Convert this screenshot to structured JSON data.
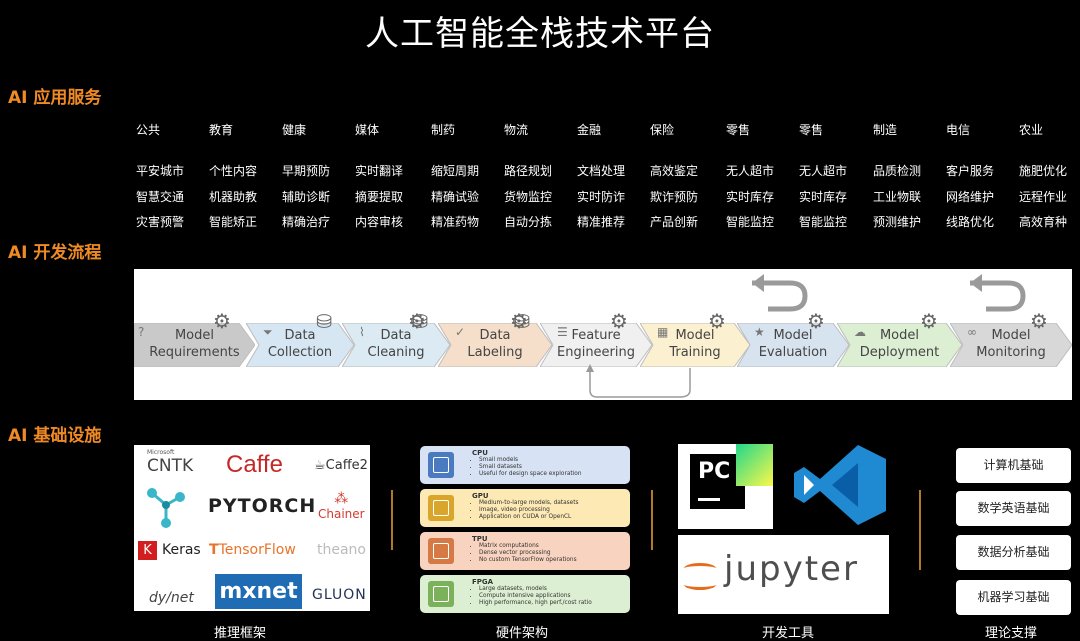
{
  "title": "人工智能全栈技术平台",
  "sections": {
    "app": "AI 应用服务",
    "dev": "AI 开发流程",
    "infra": "AI 基础设施"
  },
  "app_columns": [
    {
      "category": "公共",
      "items": [
        "平安城市",
        "智慧交通",
        "灾害预警"
      ]
    },
    {
      "category": "教育",
      "items": [
        "个性内容",
        "机器助教",
        "智能矫正"
      ]
    },
    {
      "category": "健康",
      "items": [
        "早期预防",
        "辅助诊断",
        "精确治疗"
      ]
    },
    {
      "category": "媒体",
      "items": [
        "实时翻译",
        "摘要提取",
        "内容审核"
      ]
    },
    {
      "category": "制药",
      "items": [
        "缩短周期",
        "精确试验",
        "精准药物"
      ]
    },
    {
      "category": "物流",
      "items": [
        "路径规划",
        "货物监控",
        "自动分拣"
      ]
    },
    {
      "category": "金融",
      "items": [
        "文档处理",
        "实时防诈",
        "精准推荐"
      ]
    },
    {
      "category": "保险",
      "items": [
        "高效鉴定",
        "欺诈预防",
        "产品创新"
      ]
    },
    {
      "category": "零售",
      "items": [
        "无人超市",
        "实时库存",
        "智能监控"
      ]
    },
    {
      "category": "零售",
      "items": [
        "无人超市",
        "实时库存",
        "智能监控"
      ]
    },
    {
      "category": "制造",
      "items": [
        "品质检测",
        "工业物联",
        "预测维护"
      ]
    },
    {
      "category": "电信",
      "items": [
        "客户服务",
        "网络维护",
        "线路优化"
      ]
    },
    {
      "category": "农业",
      "items": [
        "施肥优化",
        "远程作业",
        "高效育种"
      ]
    }
  ],
  "flow_steps": [
    {
      "line1": "Model",
      "line2": "Requirements",
      "icon": "question-icon",
      "glyph": "?",
      "fill": "#c9c9c9"
    },
    {
      "line1": "Data",
      "line2": "Collection",
      "icon": "funnel-icon",
      "glyph": "⏷",
      "fill": "#d6e6f2"
    },
    {
      "line1": "Data",
      "line2": "Cleaning",
      "icon": "broom-icon",
      "glyph": "⌇",
      "fill": "#dceaf3"
    },
    {
      "line1": "Data",
      "line2": "Labeling",
      "icon": "check-icon",
      "glyph": "✓",
      "fill": "#f5dfca"
    },
    {
      "line1": "Feature",
      "line2": "Engineering",
      "icon": "list-icon",
      "glyph": "☰",
      "fill": "#f0f0f0"
    },
    {
      "line1": "Model",
      "line2": "Training",
      "icon": "grid-icon",
      "glyph": "▦",
      "fill": "#fbf0cf"
    },
    {
      "line1": "Model",
      "line2": "Evaluation",
      "icon": "star-icon",
      "glyph": "★",
      "fill": "#d7e4f0"
    },
    {
      "line1": "Model",
      "line2": "Deployment",
      "icon": "cloud-icon",
      "glyph": "☁",
      "fill": "#dcefd2"
    },
    {
      "line1": "Model",
      "line2": "Monitoring",
      "icon": "binoculars-icon",
      "glyph": "∞",
      "fill": "#d8d8d8"
    }
  ],
  "frameworks": {
    "cntk_maker": "Microsoft",
    "cntk": "CNTK",
    "caffe": "Caffe",
    "caffe2": "Caffe2",
    "pytorch": "PYTORCH",
    "chainer": "Chainer",
    "keras": "Keras",
    "keras_k": "K",
    "tensorflow": "TensorFlow",
    "theano": "theano",
    "dynet": "dy/net",
    "mxnet": "mxnet",
    "gluon": "GLUON"
  },
  "hardware": [
    {
      "name": "CPU",
      "points": [
        "Small models",
        "Small datasets",
        "Useful for design space exploration"
      ],
      "bg": "#d7e3f4",
      "chip": "#4a7bc0"
    },
    {
      "name": "GPU",
      "points": [
        "Medium-to-large models, datasets",
        "Image, video processing",
        "Application on CUDA or OpenCL"
      ],
      "bg": "#fde9b4",
      "chip": "#d9a52a"
    },
    {
      "name": "TPU",
      "points": [
        "Matrix computations",
        "Dense vector processing",
        "No custom TensorFlow operations"
      ],
      "bg": "#f8d3bf",
      "chip": "#d67a45"
    },
    {
      "name": "FPGA",
      "points": [
        "Large datasets, models",
        "Compute intensive applications",
        "High performance, high perf./cost ratio"
      ],
      "bg": "#dcefd2",
      "chip": "#7bb15a"
    }
  ],
  "tools": {
    "pycharm": "PC",
    "jupyter": "jupyter"
  },
  "theory": [
    "计算机基础",
    "数学英语基础",
    "数据分析基础",
    "机器学习基础"
  ],
  "captions": [
    "推理框架",
    "硬件架构",
    "开发工具",
    "理论支撑"
  ]
}
